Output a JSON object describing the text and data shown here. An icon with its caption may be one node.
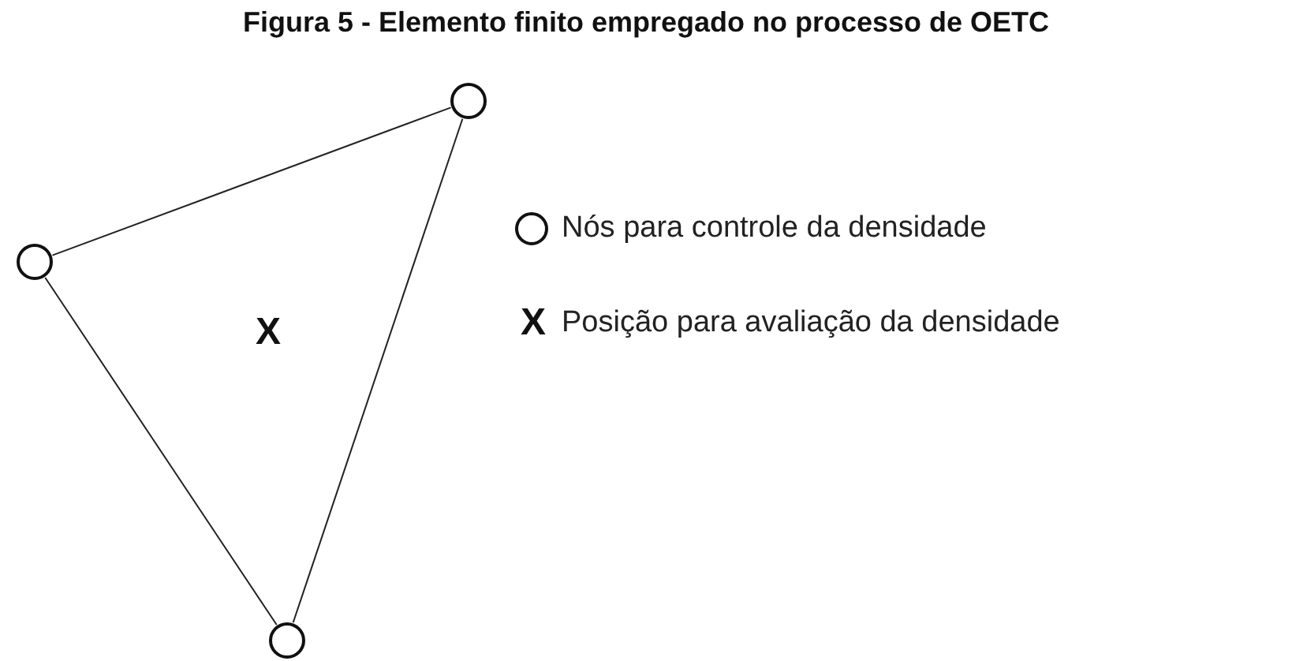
{
  "diagram": {
    "title": "Figura 5 - Elemento finito empregado no processo de OETC",
    "nodes": [
      {
        "text": [],
        "shape": "circle"
      },
      {
        "text": [],
        "shape": "circle"
      },
      {
        "text": [],
        "shape": "circle"
      }
    ],
    "edges": [
      {
        "from": 0,
        "to": 1,
        "arrow": "none"
      },
      {
        "from": 1,
        "to": 2,
        "arrow": "none"
      },
      {
        "from": 2,
        "to": 0,
        "arrow": "none"
      }
    ],
    "labels": [
      "X",
      "X"
    ],
    "legend": [
      {
        "text": "Nós para controle da densidade"
      },
      {
        "text": "Posição para avaliação da densidade"
      }
    ]
  }
}
